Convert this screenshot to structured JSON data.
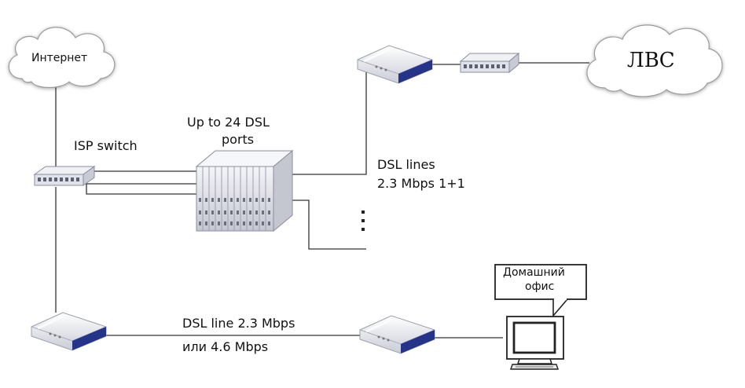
{
  "labels": {
    "internet": "Интернет",
    "lan": "ЛВС",
    "isp_switch": "ISP switch",
    "dslam_line1": "Up to 24 DSL",
    "dslam_line2": "ports",
    "dsl_lines_line1": "DSL lines",
    "dsl_lines_line2": "2.3 Mbps 1+1",
    "dsl_line_line1": "DSL line 2.3 Mbps",
    "dsl_line_line2": "или 4.6 Mbps",
    "home_office_line1": "Домашний",
    "home_office_line2": "офис"
  },
  "colors": {
    "line": "#333333",
    "device_body": "#eef0f5",
    "device_stripe": "#24348a",
    "cloud_fill": "#ffffff",
    "cloud_stroke": "#999999"
  },
  "icons": {
    "internet": "cloud-icon",
    "lan": "cloud-icon",
    "isp_switch": "switch-icon",
    "lan_switch": "switch-icon",
    "dslam": "dslam-icon",
    "modems": "dsl-modem-icon",
    "pc": "computer-icon",
    "ellipsis": "vertical-ellipsis-icon"
  }
}
